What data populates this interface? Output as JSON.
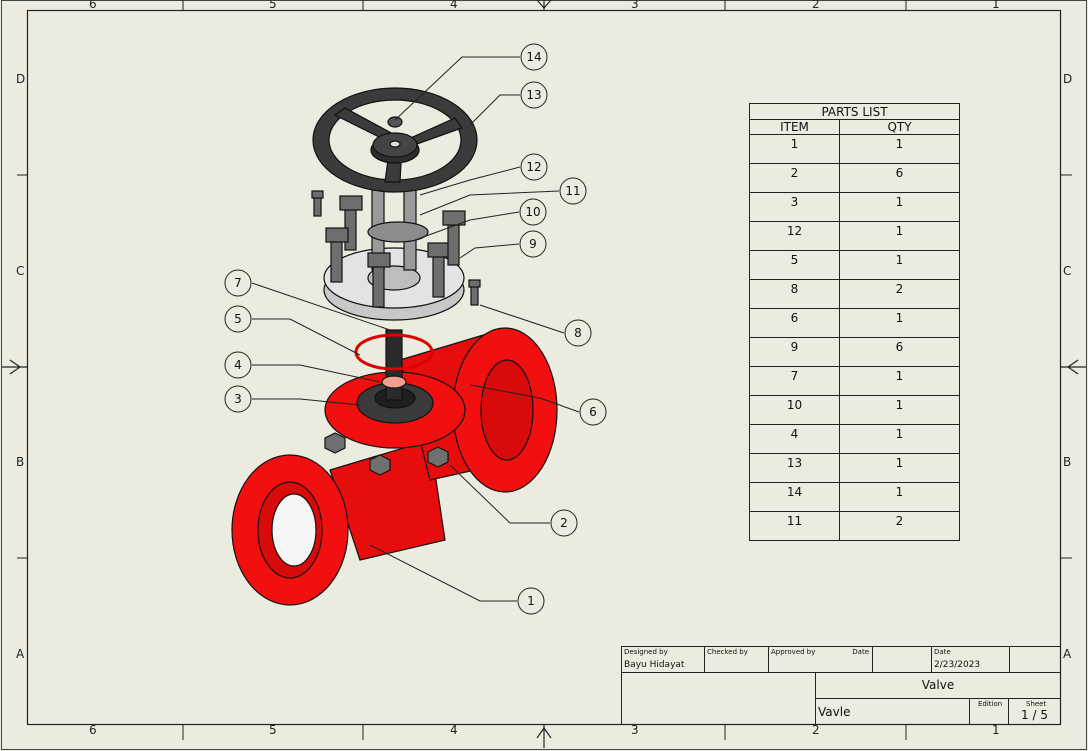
{
  "border": {
    "columns_top": [
      "6",
      "5",
      "4",
      "3",
      "2",
      "1"
    ],
    "columns_bottom": [
      "6",
      "5",
      "4",
      "3",
      "2",
      "1"
    ],
    "rows_left": [
      "D",
      "C",
      "B",
      "A"
    ],
    "rows_right": [
      "D",
      "C",
      "B",
      "A"
    ]
  },
  "balloons": [
    "14",
    "13",
    "12",
    "11",
    "10",
    "9",
    "7",
    "5",
    "4",
    "3",
    "8",
    "6",
    "2",
    "1"
  ],
  "parts_list": {
    "title": "PARTS LIST",
    "headers": [
      "ITEM",
      "QTY"
    ],
    "rows": [
      {
        "item": "1",
        "qty": "1"
      },
      {
        "item": "2",
        "qty": "6"
      },
      {
        "item": "3",
        "qty": "1"
      },
      {
        "item": "12",
        "qty": "1"
      },
      {
        "item": "5",
        "qty": "1"
      },
      {
        "item": "8",
        "qty": "2"
      },
      {
        "item": "6",
        "qty": "1"
      },
      {
        "item": "9",
        "qty": "6"
      },
      {
        "item": "7",
        "qty": "1"
      },
      {
        "item": "10",
        "qty": "1"
      },
      {
        "item": "4",
        "qty": "1"
      },
      {
        "item": "13",
        "qty": "1"
      },
      {
        "item": "14",
        "qty": "1"
      },
      {
        "item": "11",
        "qty": "2"
      }
    ]
  },
  "title_block": {
    "designed_by_label": "Designed by",
    "designed_by": "Bayu Hidayat",
    "checked_by_label": "Checked by",
    "approved_by_label": "Approved by",
    "date_label": "Date",
    "date_label2": "Date",
    "date": "2/23/2023",
    "title": "Valve",
    "subtitle": "Vavle",
    "edition_label": "Edition",
    "sheet_label": "Sheet",
    "sheet": "1 / 5"
  },
  "colors": {
    "paper": "#ecebe0",
    "body_red": "#f20f0f",
    "handwheel": "#3b3b3b",
    "bonnet": "#cfcfcf",
    "bolt": "#6e6e6e",
    "line": "#222222"
  }
}
